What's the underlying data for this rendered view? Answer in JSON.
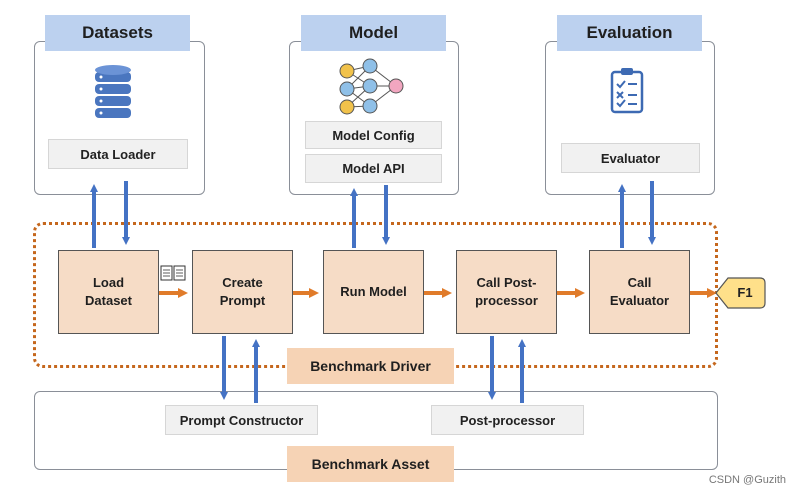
{
  "datasets": {
    "title": "Datasets",
    "data_loader": "Data Loader",
    "icon": "database-icon"
  },
  "model": {
    "title": "Model",
    "config": "Model Config",
    "api": "Model API",
    "icon": "neural-network-icon"
  },
  "evaluation": {
    "title": "Evaluation",
    "evaluator": "Evaluator",
    "icon": "clipboard-checklist-icon"
  },
  "driver": {
    "label": "Benchmark Driver",
    "steps": [
      "Load\nDataset",
      "Create\nPrompt",
      "Run Model",
      "Call Post-\nprocessor",
      "Call\nEvaluator"
    ],
    "output": "F1"
  },
  "asset": {
    "label": "Benchmark Asset",
    "prompt_constructor": "Prompt Constructor",
    "post_processor": "Post-processor"
  },
  "watermark": "CSDN @Guzith",
  "colors": {
    "header_blue": "#bcd1ef",
    "step_fill": "#f6dcc6",
    "arrow_blue": "#4472c4",
    "arrow_orange": "#e07b2a",
    "output_fill": "#ffe08a",
    "dotted_border": "#c5671d"
  }
}
